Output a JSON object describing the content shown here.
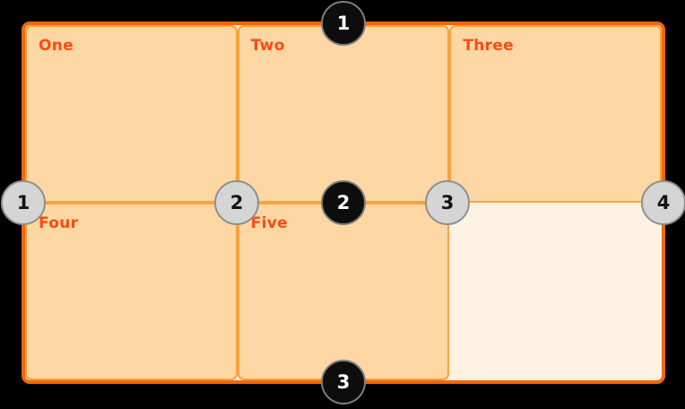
{
  "diagram": {
    "description": "CSS grid numbered lines diagram",
    "columns": 3,
    "rows": 2
  },
  "colors": {
    "page_background": "#000000",
    "container_border": "#f2670f",
    "container_background": "#fdf2e2",
    "cell_border": "#f9a23c",
    "cell_background": "#fcd7a3",
    "cell_label_text": "#fd4a12",
    "row_marker_background": "#0d0d0d",
    "row_marker_text": "#ffffff",
    "col_marker_background": "#d5d5d5",
    "col_marker_text": "#141414"
  },
  "grid": {
    "cells": [
      {
        "label": "One"
      },
      {
        "label": "Two"
      },
      {
        "label": "Three"
      },
      {
        "label": "Four"
      },
      {
        "label": "Five"
      }
    ],
    "empty_slots": 1
  },
  "row_line_markers": [
    {
      "number": "1"
    },
    {
      "number": "2"
    },
    {
      "number": "3"
    }
  ],
  "column_line_markers": [
    {
      "number": "1"
    },
    {
      "number": "2"
    },
    {
      "number": "3"
    },
    {
      "number": "4"
    }
  ]
}
